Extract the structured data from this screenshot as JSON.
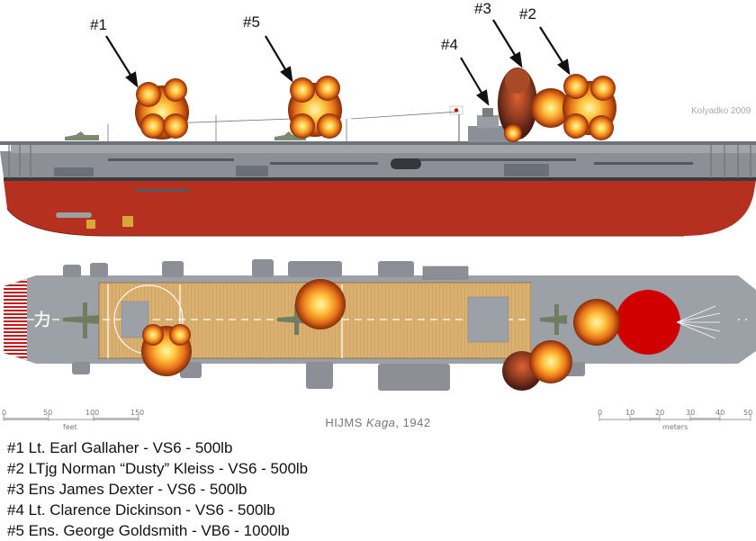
{
  "hit_labels": [
    "#1",
    "#2",
    "#3",
    "#4",
    "#5"
  ],
  "credit": "Kolyadko 2009",
  "hull_number": "カ",
  "caption": {
    "prefix": "HIJMS ",
    "name": "Kaga",
    "suffix": ", 1942"
  },
  "scale_feet": {
    "unit": "feet",
    "ticks": [
      "0",
      "50",
      "100",
      "150"
    ]
  },
  "scale_meters": {
    "unit": "meters",
    "ticks": [
      "0",
      "10",
      "20",
      "30",
      "40",
      "50"
    ]
  },
  "legend": [
    "#1 Lt. Earl Gallaher - VS6 - 500lb",
    "#2 LTjg Norman “Dusty” Kleiss - VS6 - 500lb",
    "#3 Ens James Dexter - VS6 - 500lb",
    "#4 Lt. Clarence Dickinson - VS6 - 500lb",
    "#5 Ens. George Goldsmith - VB6 - 1000lb"
  ],
  "colors": {
    "hull_red": "#b5301f",
    "hull_grey": "#8c9096",
    "deck_wood": "#d9b070",
    "hinomaru": "#d00000",
    "explosion": "#f29a1a"
  }
}
